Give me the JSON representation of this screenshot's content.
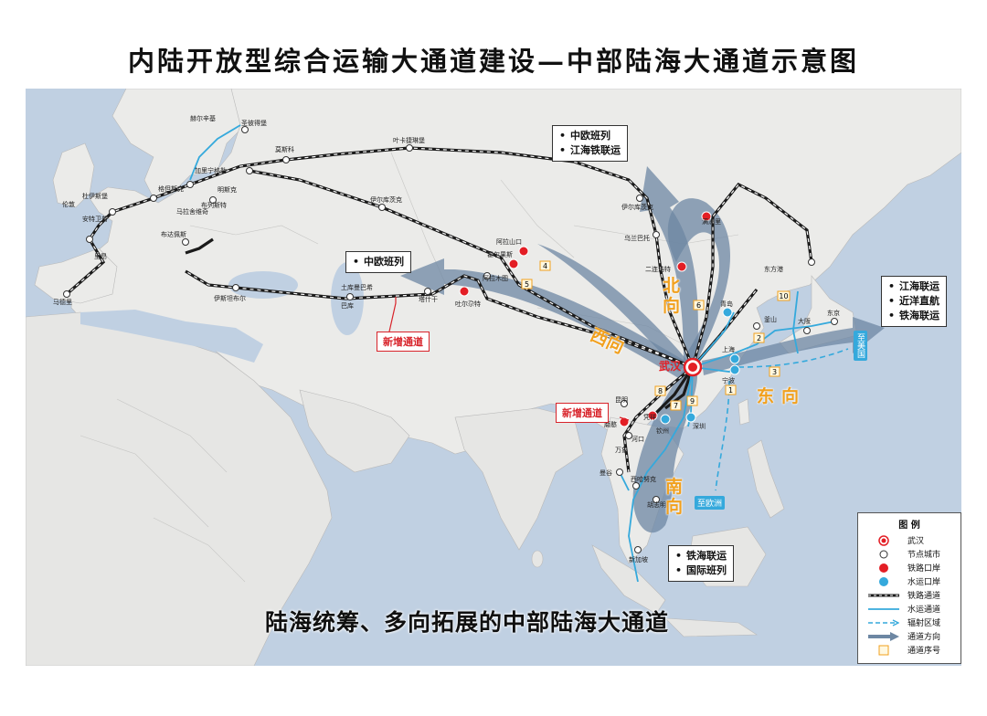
{
  "title": "内陆开放型综合运输大通道建设—中部陆海大通道示意图",
  "subtitle": "陆海统筹、多向拓展的中部陆海大通道",
  "hub": "武汉",
  "callouts": {
    "north": [
      "中欧班列",
      "江海铁联运"
    ],
    "west": [
      "中欧班列"
    ],
    "east": [
      "江海联运",
      "近洋直航",
      "铁海联运"
    ],
    "south": [
      "铁海联运",
      "国际班列"
    ]
  },
  "new_route_label": "新增通道",
  "directions": {
    "north": "北向",
    "west": "西向",
    "east": "东向",
    "south": "南向"
  },
  "tags": {
    "americas": "至美国",
    "europe": "至欧洲"
  },
  "route_numbers": [
    "1",
    "2",
    "3",
    "4",
    "5",
    "6",
    "7",
    "8",
    "9",
    "10"
  ],
  "city_labels": {
    "helsinki": "赫尔辛基",
    "stpetersburg": "圣彼得堡",
    "moscow": "莫斯科",
    "yekaterinburg": "叶卡捷琳堡",
    "kaliningrad": "加里宁格勒",
    "gdansk": "格但斯克",
    "minsk": "明斯克",
    "brest": "布列斯特",
    "duisburg": "杜伊斯堡",
    "malaszewicze": "马拉舍维奇",
    "antwerp": "安特卫普",
    "lunden": "伦敦",
    "lyon": "里昂",
    "madrid": "马德里",
    "budapest": "布达佩斯",
    "istanbul": "伊斯坦布尔",
    "baku": "巴库",
    "turkmenbashi": "土库曼巴希",
    "tashkent": "塔什干",
    "irtysh": "伊尔库茨克",
    "khorgos": "霍尔果斯",
    "alashankou": "阿拉山口",
    "almaty": "阿拉木图",
    "kashgar": "吐尔尕特",
    "ulanbator": "乌兰巴托",
    "erenhot": "二连浩特",
    "manzhouli": "满洲里",
    "vladivostok": "东方港",
    "qingdao": "青岛",
    "busan": "釜山",
    "osaka": "大阪",
    "tokyo": "东京",
    "shanghai": "上海",
    "ningbo": "宁波",
    "kunming": "昆明",
    "mohan": "磨憨",
    "pingxiang": "凭祥",
    "hekou": "河口",
    "qinzhou": "钦州",
    "shenzhen": "深圳",
    "vientiane": "万象",
    "bangkok": "曼谷",
    "sihanoukville": "西哈努克",
    "hochiminh": "胡志明",
    "singapore": "新加坡",
    "yiwu": "伊尔库茨克"
  },
  "legend": {
    "title": "图 例",
    "items": [
      "武汉",
      "节点城市",
      "铁路口岸",
      "水运口岸",
      "铁路通道",
      "水运通道",
      "辐射区域",
      "通道方向",
      "通道序号"
    ]
  },
  "colors": {
    "sea": "#c0d0e2",
    "land": "#ececea",
    "asia": "#e4e4e2",
    "rail": "#1a1a1a",
    "water": "#35a9dc",
    "hub": "#e31e25",
    "arrow": "#6d87a3",
    "accent": "#f1a01e",
    "new": "#d8232a"
  }
}
